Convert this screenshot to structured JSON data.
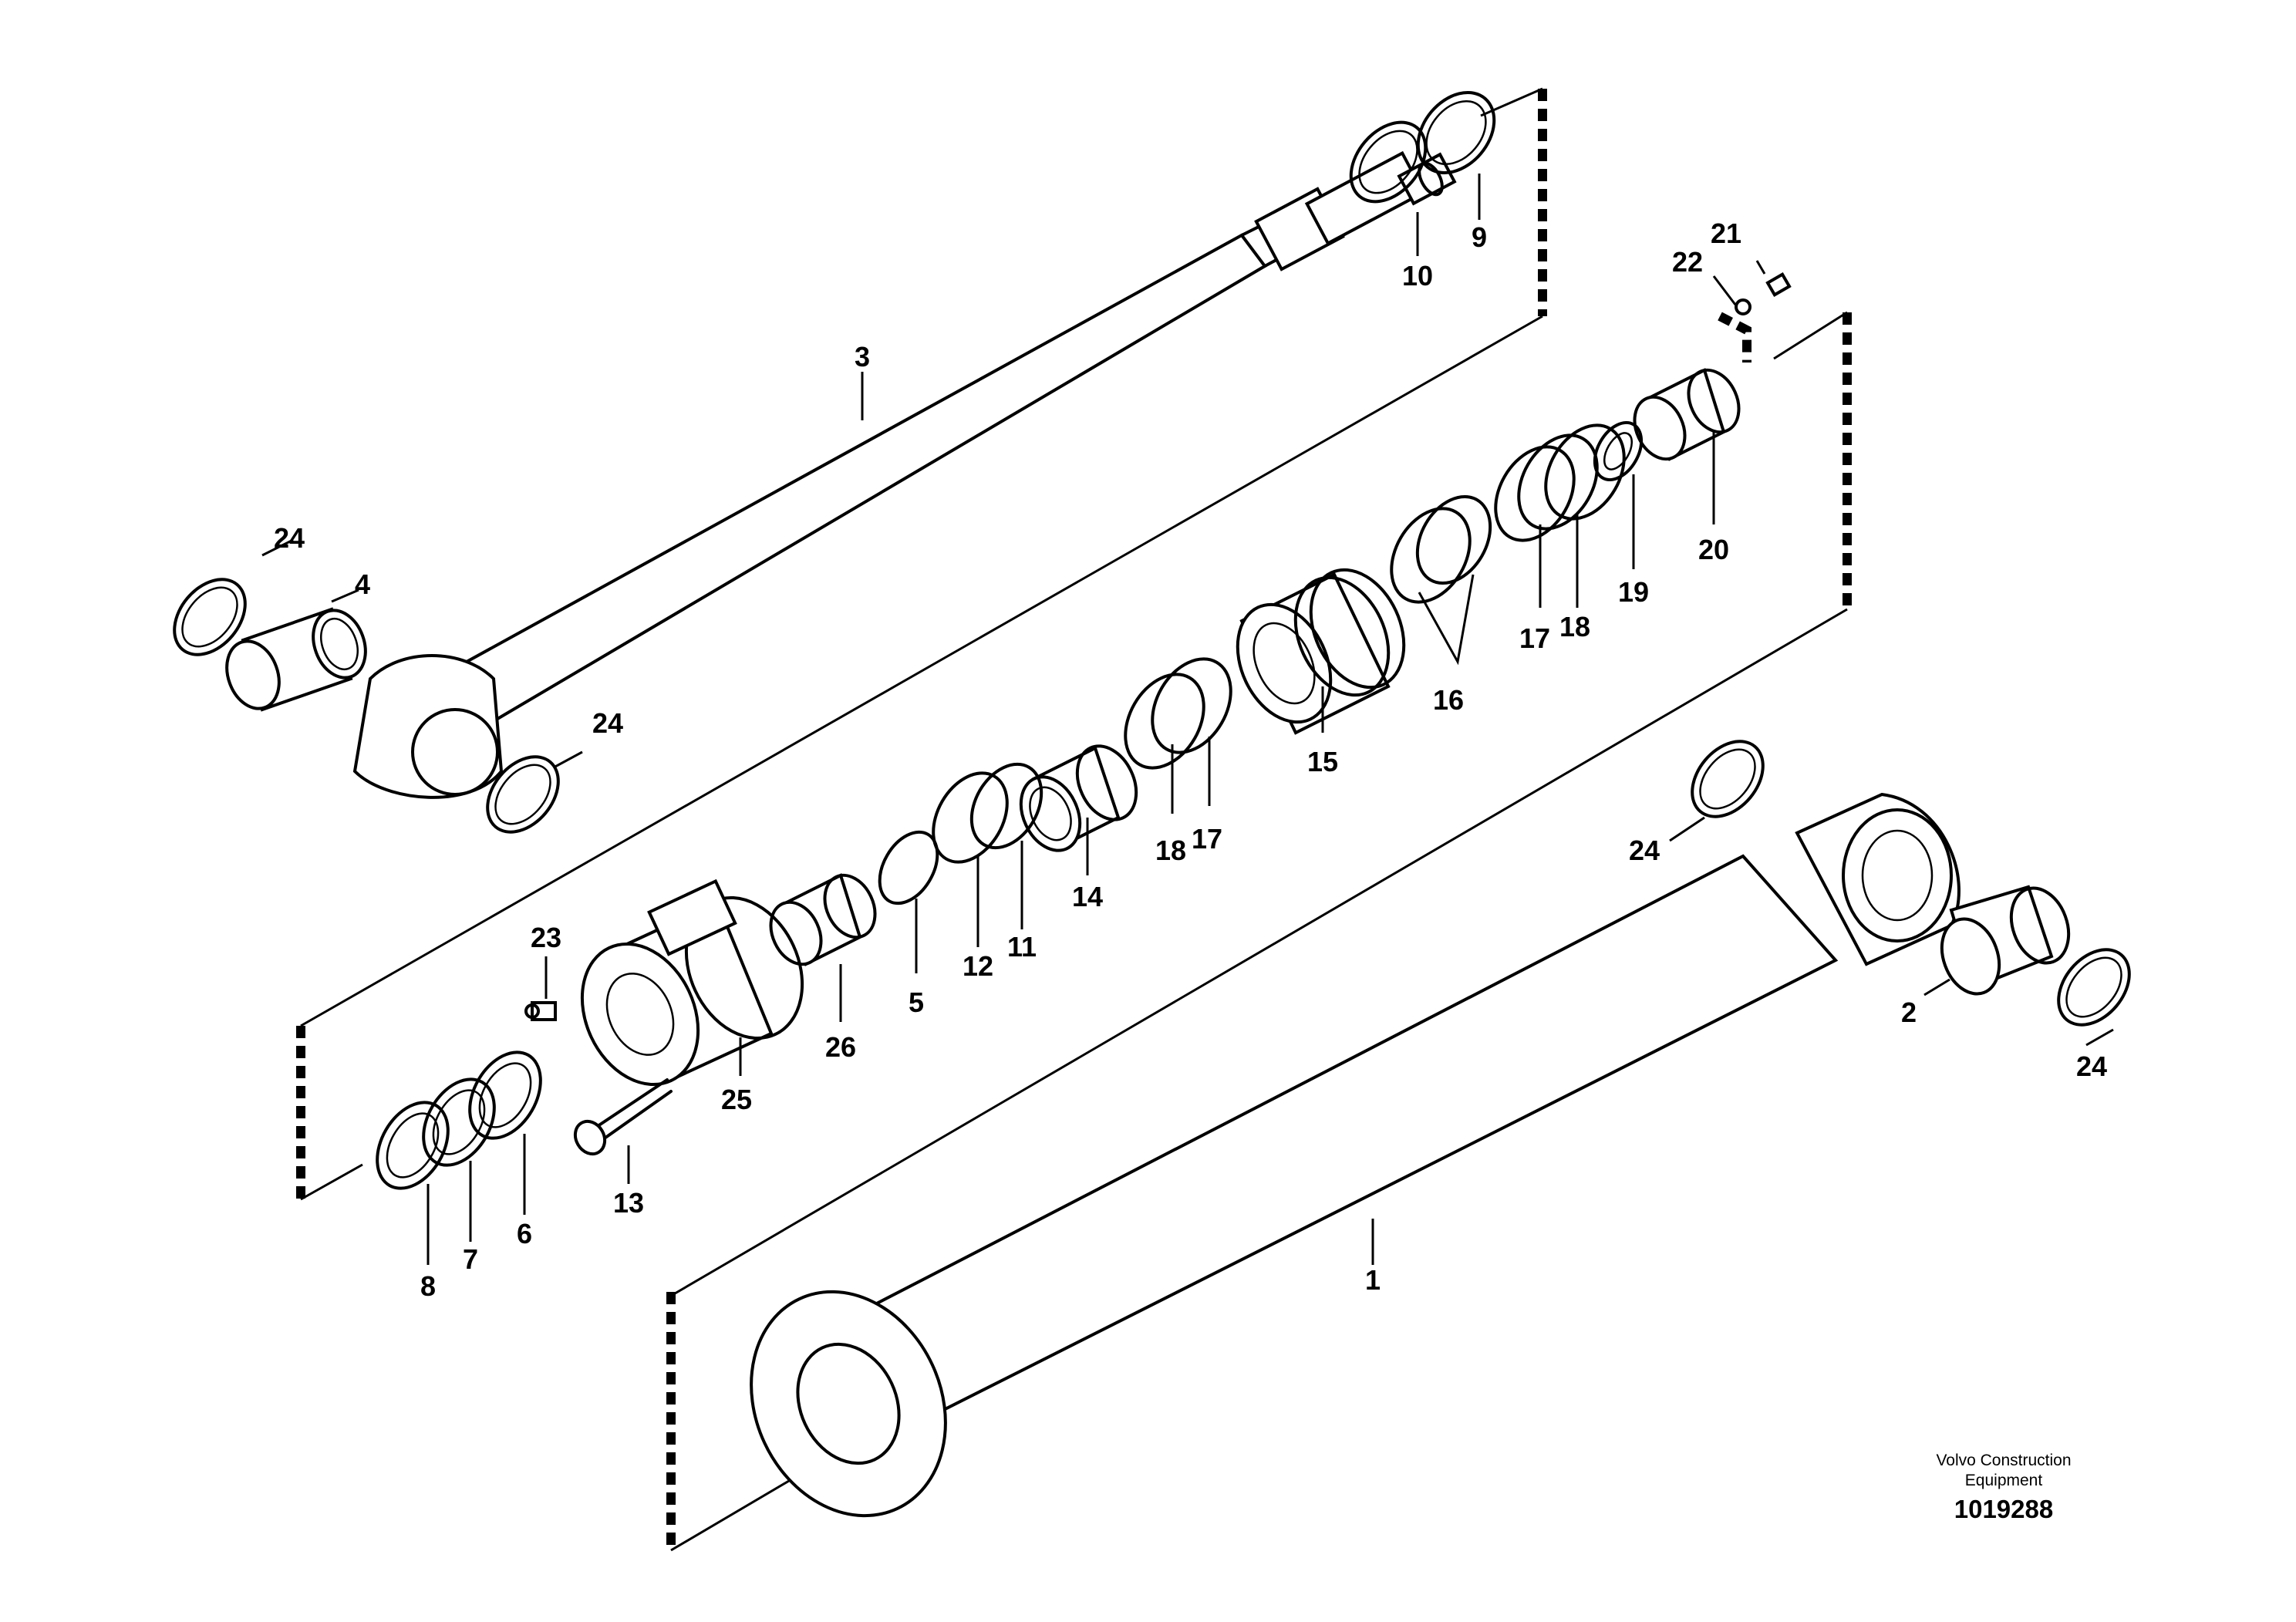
{
  "callouts": {
    "p1": "1",
    "p2": "2",
    "p3": "3",
    "p4": "4",
    "p5": "5",
    "p6": "6",
    "p7": "7",
    "p8": "8",
    "p9": "9",
    "p10": "10",
    "p11": "11",
    "p12": "12",
    "p13": "13",
    "p14": "14",
    "p15": "15",
    "p16": "16",
    "p17": "17",
    "p18": "18",
    "p19": "19",
    "p20": "20",
    "p21": "21",
    "p22": "22",
    "p23": "23",
    "p24": "24",
    "p25": "25",
    "p26": "26"
  },
  "footer": {
    "brand_line1": "Volvo Construction",
    "brand_line2": "Equipment",
    "drawing_number": "1019288"
  }
}
